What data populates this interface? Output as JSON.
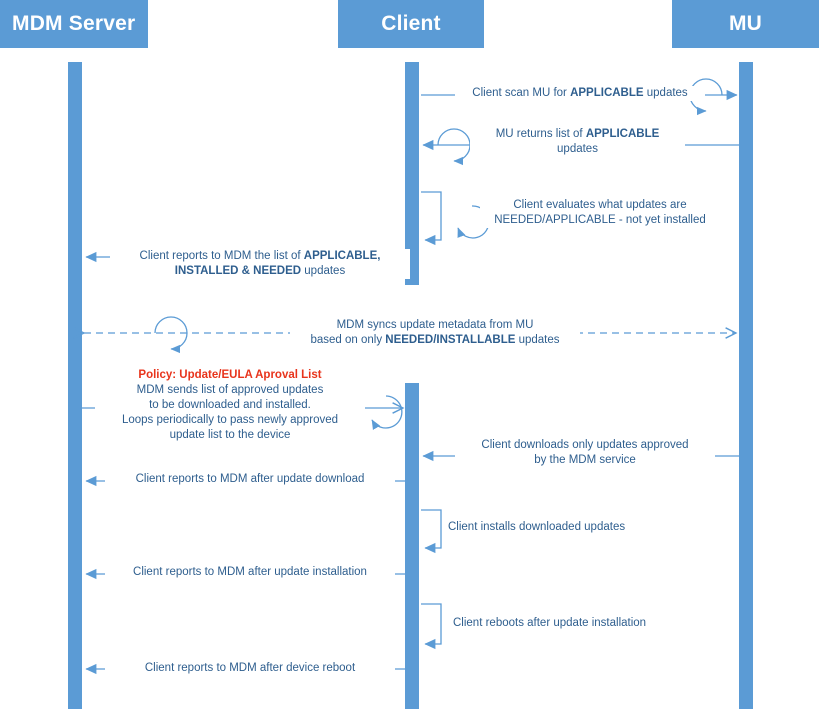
{
  "diagram": {
    "title": "MDM / Client / Microsoft Update sequence diagram",
    "colors": {
      "actor_fill": "#5B9BD5",
      "actor_text": "#FFFFFF",
      "lifeline": "#5B9BD5",
      "arrow": "#5B9BD5",
      "message_text": "#2E5E8E",
      "policy_text": "#E8341C",
      "background": "#FFFFFF"
    },
    "actors": [
      {
        "id": "mdm",
        "label": "MDM Server"
      },
      {
        "id": "client",
        "label": "Client"
      },
      {
        "id": "mu",
        "label": "MU"
      }
    ],
    "messages": [
      {
        "id": "scan",
        "from": "client",
        "to": "mu",
        "style": "solid",
        "direction": "right",
        "self_loop": true,
        "text_plain": "Client scan MU for APPLICABLE updates",
        "lines": [
          [
            {
              "t": "Client scan MU for ",
              "b": false
            },
            {
              "t": "APPLICABLE",
              "b": true
            },
            {
              "t": " updates",
              "b": false
            }
          ]
        ]
      },
      {
        "id": "return-list",
        "from": "mu",
        "to": "client",
        "style": "solid",
        "direction": "left",
        "self_loop": true,
        "text_plain": "MU returns list of APPLICABLE updates",
        "lines": [
          [
            {
              "t": "MU returns list of ",
              "b": false
            },
            {
              "t": "APPLICABLE",
              "b": true
            }
          ],
          [
            {
              "t": "updates",
              "b": false
            }
          ]
        ]
      },
      {
        "id": "evaluate",
        "from": "client",
        "to": "client",
        "style": "solid",
        "direction": "self",
        "self_loop": true,
        "text_plain": "Client evaluates what updates are NEEDED/APPLICABLE - not yet installed",
        "lines": [
          [
            {
              "t": "Client evaluates what updates are",
              "b": false
            }
          ],
          [
            {
              "t": "NEEDED/APPLICABLE - not yet installed",
              "b": false
            }
          ]
        ]
      },
      {
        "id": "report-applicable",
        "from": "client",
        "to": "mdm",
        "style": "solid",
        "direction": "left",
        "self_loop": false,
        "text_plain": "Client reports to MDM the list of APPLICABLE, INSTALLED & NEEDED updates",
        "lines": [
          [
            {
              "t": "Client reports to MDM the list of ",
              "b": false
            },
            {
              "t": "APPLICABLE,",
              "b": true
            }
          ],
          [
            {
              "t": "INSTALLED & NEEDED",
              "b": true
            },
            {
              "t": " updates",
              "b": false
            }
          ]
        ]
      },
      {
        "id": "sync-metadata",
        "from": "mdm",
        "to": "mu",
        "style": "dashed",
        "direction": "both",
        "self_loop": true,
        "text_plain": "MDM syncs update metadata from MU based on only NEEDED/INSTALLABLE updates",
        "lines": [
          [
            {
              "t": "MDM syncs update metadata from MU",
              "b": false
            }
          ],
          [
            {
              "t": "based on only ",
              "b": false
            },
            {
              "t": "NEEDED/INSTALLABLE",
              "b": true
            },
            {
              "t": " updates",
              "b": false
            }
          ]
        ]
      },
      {
        "id": "policy-approved-list",
        "from": "mdm",
        "to": "client",
        "style": "solid",
        "direction": "right",
        "self_loop": true,
        "text_plain": "Policy: Update/EULA Aproval List. MDM sends list of approved updates to be downloaded and installed. Loops periodically to pass newly approved update list to the device",
        "lines": [
          [
            {
              "t": "Policy: Update/EULA Aproval List",
              "b": false,
              "red": true
            }
          ],
          [
            {
              "t": "MDM sends list of approved updates",
              "b": false
            }
          ],
          [
            {
              "t": "to be downloaded and installed.",
              "b": false
            }
          ],
          [
            {
              "t": "Loops periodically to pass newly approved",
              "b": false
            }
          ],
          [
            {
              "t": "update list to the device",
              "b": false
            }
          ]
        ]
      },
      {
        "id": "downloads",
        "from": "mu",
        "to": "client",
        "style": "solid",
        "direction": "left",
        "self_loop": false,
        "text_plain": "Client downloads only updates approved by the MDM service",
        "lines": [
          [
            {
              "t": "Client downloads only updates approved",
              "b": false
            }
          ],
          [
            {
              "t": "by the MDM service",
              "b": false
            }
          ]
        ]
      },
      {
        "id": "report-download",
        "from": "client",
        "to": "mdm",
        "style": "solid",
        "direction": "left",
        "self_loop": false,
        "text_plain": "Client reports to MDM after update download",
        "lines": [
          [
            {
              "t": "Client reports to MDM after update download",
              "b": false
            }
          ]
        ]
      },
      {
        "id": "install",
        "from": "client",
        "to": "client",
        "style": "solid",
        "direction": "self",
        "self_loop": false,
        "text_plain": "Client installs downloaded updates",
        "lines": [
          [
            {
              "t": "Client installs downloaded updates",
              "b": false
            }
          ]
        ]
      },
      {
        "id": "report-install",
        "from": "client",
        "to": "mdm",
        "style": "solid",
        "direction": "left",
        "self_loop": false,
        "text_plain": "Client reports to MDM after update installation",
        "lines": [
          [
            {
              "t": "Client reports to MDM after update installation",
              "b": false
            }
          ]
        ]
      },
      {
        "id": "reboot",
        "from": "client",
        "to": "client",
        "style": "solid",
        "direction": "self",
        "self_loop": false,
        "text_plain": "Client reboots after update installation",
        "lines": [
          [
            {
              "t": "Client reboots after update installation",
              "b": false
            }
          ]
        ]
      },
      {
        "id": "report-reboot",
        "from": "client",
        "to": "mdm",
        "style": "solid",
        "direction": "left",
        "self_loop": false,
        "text_plain": "Client reports to MDM after device reboot",
        "lines": [
          [
            {
              "t": "Client reports to MDM after device reboot",
              "b": false
            }
          ]
        ]
      }
    ]
  }
}
